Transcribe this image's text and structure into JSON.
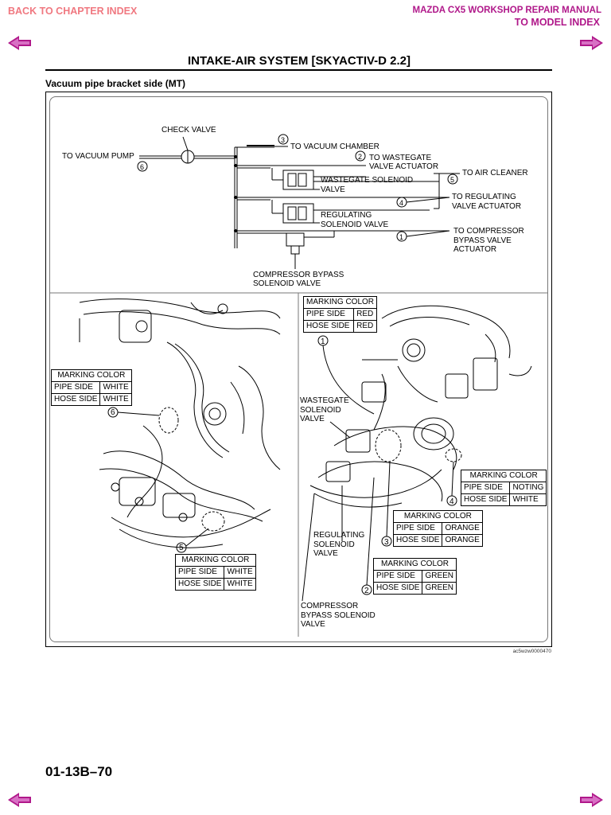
{
  "nav": {
    "back_label": "BACK TO CHAPTER INDEX",
    "manual_title": "MAZDA CX5 WORKSHOP REPAIR MANUAL",
    "model_label": "TO MODEL INDEX"
  },
  "page": {
    "title": "INTAKE-AIR SYSTEM [SKYACTIV-D 2.2]",
    "subheading": "Vacuum pipe bracket side (MT)",
    "figure_code": "ac5wzw0000470",
    "page_number": "01-13B–70"
  },
  "schematic": {
    "check_valve": "CHECK VALVE",
    "to_vacuum_pump": "TO VACUUM PUMP",
    "to_vacuum_chamber": "TO VACUUM CHAMBER",
    "to_wastegate_1": "TO WASTEGATE",
    "to_wastegate_2": "VALVE ACTUATOR",
    "wastegate_sv_1": "WASTEGATE SOLENOID",
    "wastegate_sv_2": "VALVE",
    "to_air_cleaner": "TO AIR CLEANER",
    "to_regulating_1": "TO REGULATING",
    "to_regulating_2": "VALVE ACTUATOR",
    "regulating_sv_1": "REGULATING",
    "regulating_sv_2": "SOLENOID VALVE",
    "to_compressor_1": "TO COMPRESSOR",
    "to_compressor_2": "BYPASS VALVE",
    "to_compressor_3": "ACTUATOR",
    "compressor_sv_1": "COMPRESSOR BYPASS",
    "compressor_sv_2": "SOLENOID VALVE",
    "n1": "1",
    "n2": "2",
    "n3": "3",
    "n4": "4",
    "n5": "5",
    "n6": "6"
  },
  "left_view": {
    "n6": "6",
    "n5": "5"
  },
  "right_view": {
    "n1": "1",
    "n2": "2",
    "n3": "3",
    "n4": "4",
    "wastegate_1": "WASTEGATE",
    "wastegate_2": "SOLENOID",
    "wastegate_3": "VALVE",
    "regulating_1": "REGULATING",
    "regulating_2": "SOLENOID",
    "regulating_3": "VALVE",
    "compressor_1": "COMPRESSOR",
    "compressor_2": "BYPASS SOLENOID",
    "compressor_3": "VALVE"
  },
  "tables": {
    "t6": {
      "header": "MARKING COLOR",
      "pipe_label": "PIPE SIDE",
      "pipe_value": "WHITE",
      "hose_label": "HOSE SIDE",
      "hose_value": "WHITE"
    },
    "t5": {
      "header": "MARKING COLOR",
      "pipe_label": "PIPE SIDE",
      "pipe_value": "WHITE",
      "hose_label": "HOSE SIDE",
      "hose_value": "WHITE"
    },
    "t1": {
      "header": "MARKING COLOR",
      "pipe_label": "PIPE SIDE",
      "pipe_value": "RED",
      "hose_label": "HOSE SIDE",
      "hose_value": "RED"
    },
    "t4": {
      "header": "MARKING COLOR",
      "pipe_label": "PIPE SIDE",
      "pipe_value": "NOTING",
      "hose_label": "HOSE SIDE",
      "hose_value": "WHITE"
    },
    "t3": {
      "header": "MARKING COLOR",
      "pipe_label": "PIPE SIDE",
      "pipe_value": "ORANGE",
      "hose_label": "HOSE SIDE",
      "hose_value": "ORANGE"
    },
    "t2": {
      "header": "MARKING COLOR",
      "pipe_label": "PIPE SIDE",
      "pipe_value": "GREEN",
      "hose_label": "HOSE SIDE",
      "hose_value": "GREEN"
    }
  },
  "colors": {
    "link_back": "#f07880",
    "link_model": "#b0188a",
    "nav_arrow": "#b0188a"
  }
}
